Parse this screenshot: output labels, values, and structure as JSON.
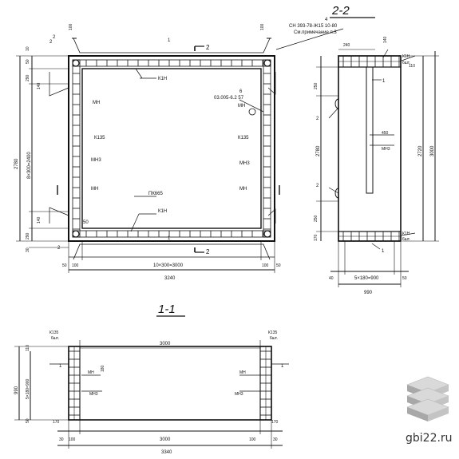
{
  "section_titles": {
    "section22": "2-2",
    "section11": "1-1"
  },
  "plan": {
    "marker_1": "1",
    "marker_2": "2",
    "cut_label": "2",
    "note_ref_num": "4",
    "note_doc": "СН 393-78-Ж15 10-80",
    "note_text": "См.примечание п.3",
    "top_left_dim": "100",
    "top_right_dim": "100",
    "knl_top": "К1Н",
    "knl_bottom": "К1Н",
    "detail_num": "6",
    "detail_doc": "03.005-6.2 57",
    "mn_left_top": "МН",
    "mn_right_top": "МН",
    "k135_left": "К135",
    "k135_right": "К135",
    "mn3_left": "МН3",
    "mn3_right": "МН3",
    "mn_left_bottom": "МН",
    "mn_right_bottom": "МН",
    "pk": "ПК665",
    "d50": "50",
    "d290_top": "290",
    "d140_top": "140",
    "d_total": "2780",
    "d_series": "8×300=2400",
    "d140_bot": "140",
    "d290_bot": "290",
    "d30": "30",
    "d10": "10",
    "b_series": "10×300=3000",
    "b_100l": "100",
    "b_100r": "100",
    "b_50l": "50",
    "b_50r": "50",
    "b_total": "3240"
  },
  "section22": {
    "d240": "240",
    "d140": "140",
    "d110": "110",
    "knl_top": "К1Н",
    "sht_top": "6шт.",
    "d250_top": "250",
    "d2780": "2780",
    "d2720": "2720",
    "d3000": "3000",
    "d450": "450",
    "mn3": "МН3",
    "d250_bot": "250",
    "d170": "170",
    "knl_bot": "К1Н",
    "sht_bot": "6шт.",
    "m1": "1",
    "m2a": "2",
    "m2b": "2",
    "m1b": "1",
    "d40": "40",
    "b_series": "5×180=900",
    "d50": "50",
    "b_total": "990"
  },
  "section11": {
    "k135_l": "К135",
    "sht_l": "6шт.",
    "k135_r": "К135",
    "sht_r": "6шт.",
    "top_dim": "3000",
    "mn_l": "МН",
    "mn_r": "МН",
    "mn3_l": "МН3",
    "mn3_r": "МН3",
    "m1_l": "1",
    "m1_r": "1",
    "d_v1": "180",
    "d_v2": "990",
    "d_series": "5×180=900",
    "d50": "50",
    "d170_l": "170",
    "d170_r": "170",
    "d110": "110",
    "b30l": "30",
    "b100l": "100",
    "b_mid": "3000",
    "b100r": "100",
    "b30r": "30",
    "b_total": "3340"
  },
  "watermark": {
    "site": "gbi22.ru"
  }
}
